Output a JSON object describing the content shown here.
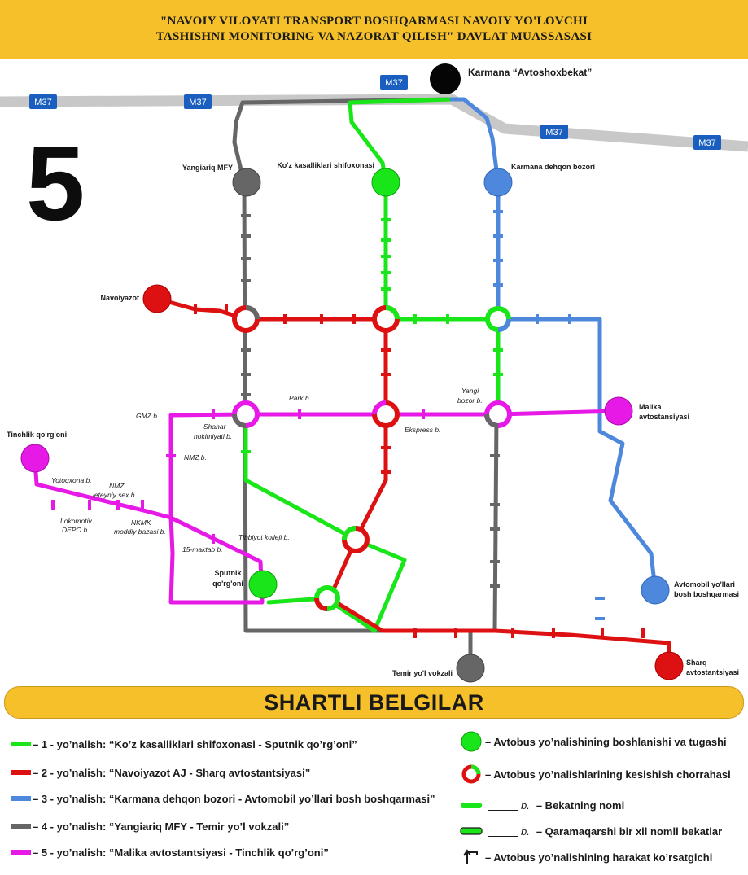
{
  "header": {
    "line1": "\"NAVOIY VILOYATI TRANSPORT BOSHQARMASI NAVOIY YO'LOVCHI",
    "line2": "TASHISHNI MONITORING VA NAZORAT QILISH\" DAVLAT MUASSASASI"
  },
  "route_number": "5",
  "colors": {
    "green": "#19e619",
    "red": "#dd1111",
    "blue": "#4d88dc",
    "gray": "#666666",
    "magenta": "#e619e6",
    "yellow": "#f5c02a",
    "road": "#c8c8c8",
    "badge": "#1a5fbf"
  },
  "road_badges": [
    "M37",
    "M37",
    "M37",
    "M37",
    "M37"
  ],
  "terminals": {
    "karmana_avtoshoxbekat": "Karmana “Avtoshoxbekat”",
    "yangiariq_mfy": "Yangiariq MFY",
    "kozkasalliklari": "Ko'z kasalliklari shifoxonasi",
    "karmana_dehqon": "Karmana dehqon bozori",
    "navoiyazot": "Navoiyazot",
    "malika_1": "Malika",
    "malika_2": "avtostansiyasi",
    "tinchlik": "Tinchlik qo'rg'oni",
    "sputnik_1": "Sputnik",
    "sputnik_2": "qo'rg'oni",
    "avtomobil_1": "Avtomobil yo'llari",
    "avtomobil_2": "bosh boshqarmasi",
    "temir": "Temir yo'l vokzali",
    "sharq_1": "Sharq",
    "sharq_2": "avtostantsiyasi"
  },
  "stops": {
    "park": "Park b.",
    "yangi_bozor_1": "Yangi",
    "yangi_bozor_2": "bozor b.",
    "gmz": "GMZ b.",
    "shahar_1": "Shahar",
    "shahar_2": "hokimiyati b.",
    "ekspress": "Ekspress b.",
    "nmz": "NMZ b.",
    "yotoqxona": "Yotoqxona b.",
    "nmz_leteyniy_1": "NMZ",
    "nmz_leteyniy_2": "leteyniy sex b.",
    "lokomotiv_1": "Lokomotiv",
    "lokomotiv_2": "DEPO b.",
    "nkmk_1": "NKMK",
    "nkmk_2": "moddiy bazasi b.",
    "tibbiyot": "Tibbiyot kolleji b.",
    "maktab": "15-maktab b."
  },
  "legend": {
    "title": "SHARTLI BELGILAR",
    "routes": [
      {
        "color": "#19e619",
        "text": "– 1 - yo’nalish: “Ko’z kasalliklari shifoxonasi - Sputnik qo’rg’oni”"
      },
      {
        "color": "#dd1111",
        "text": "– 2 - yo’nalish: “Navoiyazot AJ - Sharq avtostantsiyasi”"
      },
      {
        "color": "#4d88dc",
        "text": "– 3 - yo’nalish: “Karmana dehqon bozori - Avtomobil yo’llari bosh boshqarmasi”"
      },
      {
        "color": "#666666",
        "text": "– 4 - yo’nalish: “Yangiariq MFY - Temir yo’l vokzali”"
      },
      {
        "color": "#e619e6",
        "text": "– 5 - yo’nalish: “Malika avtostantsiyasi - Tinchlik qo’rg’oni”"
      }
    ],
    "symbols": {
      "terminal": "– Avtobus yo’nalishining boshlanishi va tugashi",
      "crossing": "– Avtobus yo’nalishlarining kesishish chorrahasi",
      "stop_suffix": "b.",
      "stop": "– Bekatning nomi",
      "opposite_suffix": "b.",
      "opposite": "– Qaramaqarshi bir xil nomli bekatlar",
      "arrow": "– Avtobus yo’nalishining harakat ko’rsatgichi"
    }
  }
}
